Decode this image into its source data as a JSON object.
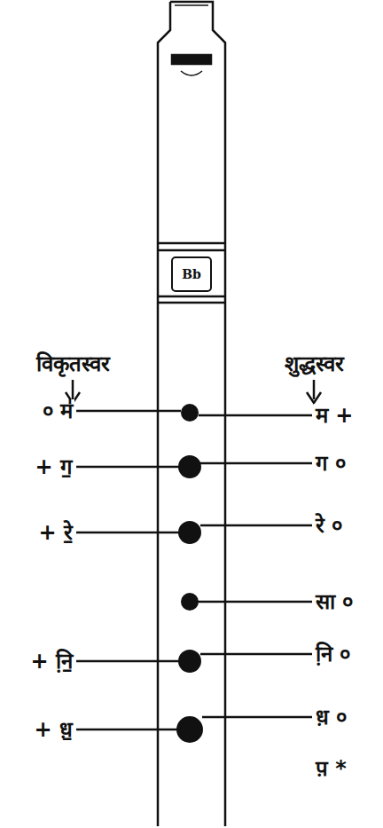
{
  "diagram": {
    "nodes": [
      {
        "text": [
          "Bb"
        ]
      }
    ],
    "labels": [
      "विकृतस्वर",
      "शुद्धस्वर",
      "० म॑",
      "म +",
      "+ ग॒",
      "ग ०",
      "+ रे॒",
      "रे ०",
      "सा ०",
      "+ नि़॒",
      "नि़ ०",
      "+ ध़॒",
      "ध़ ०",
      "प़ *"
    ]
  }
}
